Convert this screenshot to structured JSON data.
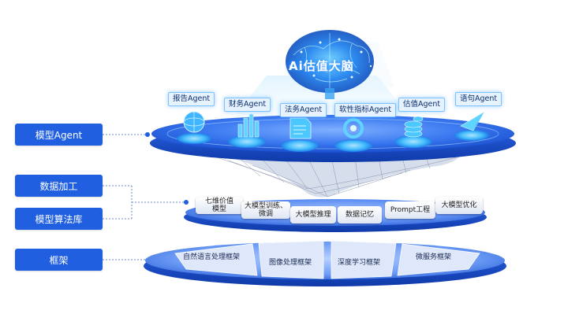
{
  "side_buttons": {
    "model_agent": "模型Agent",
    "data_processing": "数据加工",
    "model_algorithm_lib": "模型算法库",
    "framework": "框架"
  },
  "brain": {
    "title": "Ai估值大脑"
  },
  "agents": [
    {
      "label": "报告Agent",
      "icon": "globe-icon"
    },
    {
      "label": "财务Agent",
      "icon": "bar-chart-icon"
    },
    {
      "label": "法务Agent",
      "icon": "document-icon"
    },
    {
      "label": "软性指标Agent",
      "icon": "ring-icon"
    },
    {
      "label": "估值Agent",
      "icon": "coin-stack-icon"
    },
    {
      "label": "语句Agent",
      "icon": "paper-plane-icon"
    }
  ],
  "algorithm_chips": [
    {
      "label": "七维价值\n模型"
    },
    {
      "label": "大模型训练、\n微调"
    },
    {
      "label": "大模型推理"
    },
    {
      "label": "数据记忆"
    },
    {
      "label": "Prompt工程"
    },
    {
      "label": "大模型优化"
    }
  ],
  "frameworks": [
    {
      "label": "自然语言处理框架"
    },
    {
      "label": "图像处理框架"
    },
    {
      "label": "深度学习框架"
    },
    {
      "label": "微服务框架"
    }
  ],
  "colors": {
    "primary_blue": "#1f5fe0",
    "glow_cyan": "#5fd4ff",
    "platform_light": "#8fb4ff",
    "platform_dark": "#1b4fd6"
  }
}
